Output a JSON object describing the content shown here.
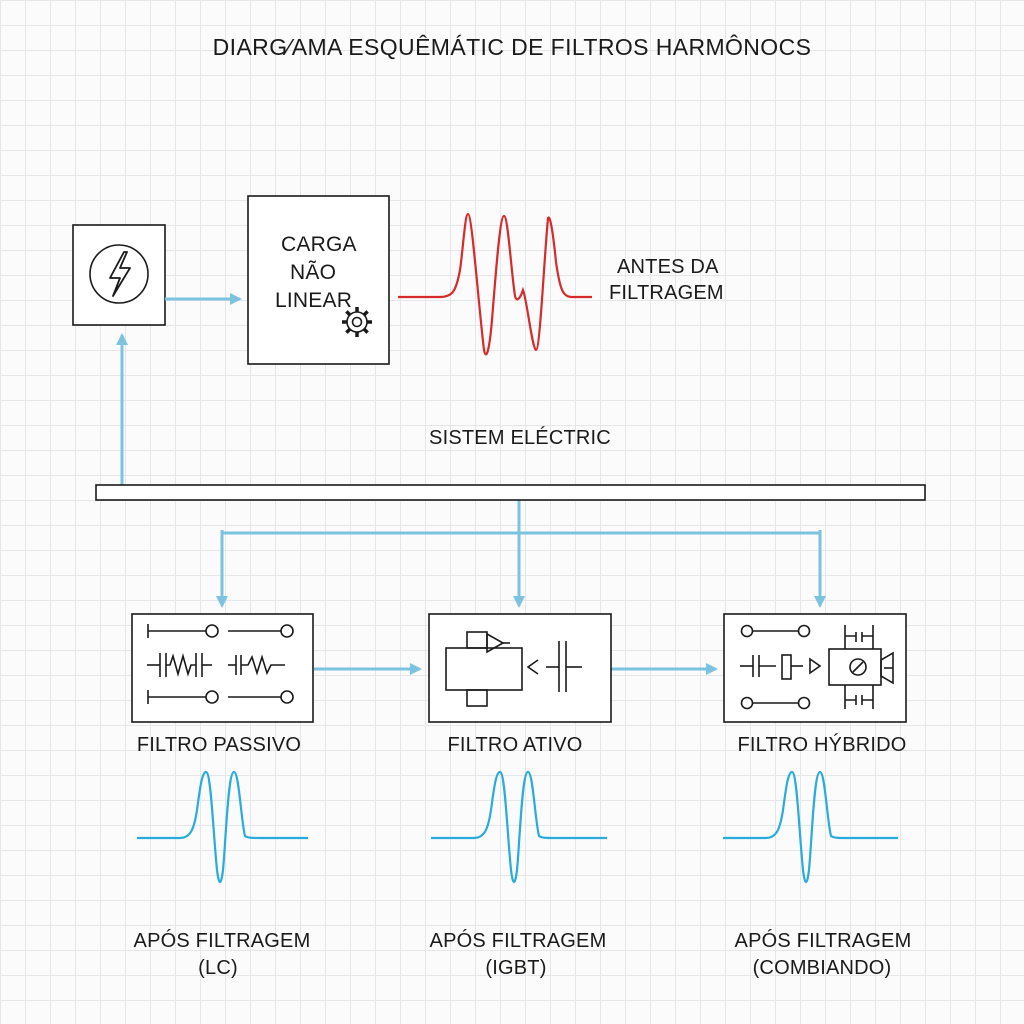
{
  "title": "DIARG⁄AMA ESQUÊMÁTIC DE FILTROS HARMÔNOCS",
  "source": {
    "icon": "lightning-bolt-icon"
  },
  "load": {
    "line1": "CARGA",
    "line2": "NÃO",
    "line3": "LINEAR",
    "icon": "gear-icon"
  },
  "before": {
    "line1": "ANTES DA",
    "line2": "FILTRAGEM",
    "wave_color": "#d62b2b"
  },
  "bus": {
    "label": "SISTEM ELÉCTRIC"
  },
  "colors": {
    "arrow": "#7cc3e0",
    "wave_after": "#29abdb",
    "stroke": "#1a1a1a"
  },
  "filters": [
    {
      "label": "FILTRO PASSIVO",
      "after_line1": "APÓS FILTRAGEM",
      "after_line2": "(LC)"
    },
    {
      "label": "FILTRO ATIVO",
      "after_line1": "APÓS FILTRAGEM",
      "after_line2": "(IGBT)"
    },
    {
      "label": "FILTRO HÝBRIDO",
      "after_line1": "APÓS FILTRAGEM",
      "after_line2": "(COMBIANDO)"
    }
  ]
}
